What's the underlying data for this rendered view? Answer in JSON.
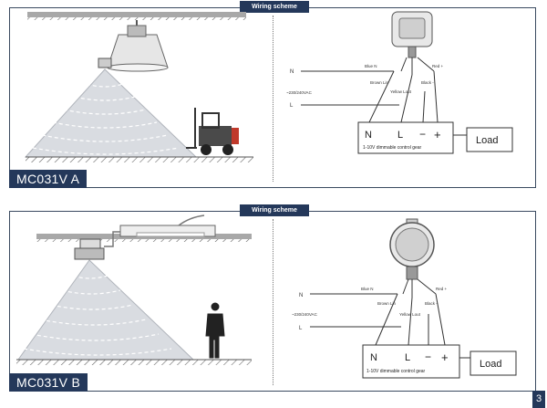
{
  "panel_a": {
    "tab_label": "Wiring scheme",
    "model_label": "MC031V  A",
    "wiring": {
      "input_n": "N",
      "input_l": "L",
      "voltage": "~230/240VAC",
      "blue_n": "Blue N",
      "red_plus": "Red +",
      "brown_lin": "Brown\nLin",
      "yellow_lout": "Yellow Lout",
      "black_minus": "Black -",
      "terminal_n": "N",
      "terminal_l": "L",
      "terminal_minus": "−",
      "terminal_plus": "+",
      "gear_label": "1-10V dimmable control gear",
      "load_label": "Load"
    }
  },
  "panel_b": {
    "tab_label": "Wiring scheme",
    "model_label": "MC031V  B",
    "wiring": {
      "input_n": "N",
      "input_l": "L",
      "voltage": "~230/240VAC",
      "blue_n": "Blue N",
      "red_plus": "Red +",
      "brown_lin": "Brown\nLin",
      "yellow_lout": "Yellow Lout",
      "black_minus": "Black -",
      "terminal_n": "N",
      "terminal_l": "L",
      "terminal_minus": "−",
      "terminal_plus": "+",
      "gear_label": "1-10V dimmable control gear",
      "load_label": "Load"
    }
  },
  "page_number": "3",
  "colors": {
    "accent": "#24385a",
    "cone": "#d9dce1",
    "line": "#333333"
  }
}
